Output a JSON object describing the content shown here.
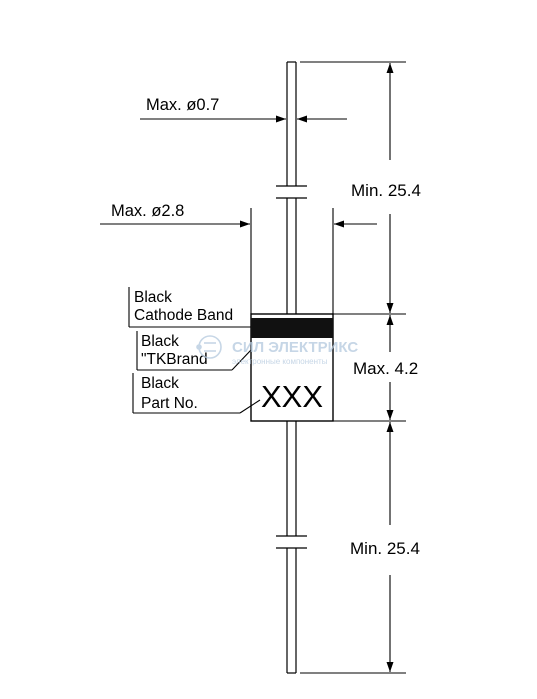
{
  "diagram": {
    "lead_diameter_label": "Max. ø0.7",
    "body_diameter_label": "Max. ø2.8",
    "top_lead_length_label": "Min. 25.4",
    "body_length_label": "Max. 4.2",
    "bottom_lead_length_label": "Min. 25.4",
    "callouts": {
      "cathode_band": {
        "line1": "Black",
        "line2": "Cathode Band"
      },
      "brand": {
        "line1": "Black",
        "line2": "\"TKBrand"
      },
      "part_no": {
        "line1": "Black",
        "line2": "Part No."
      }
    },
    "marking_text": "XXX",
    "watermark": {
      "name": "СИЛ ЭЛЕКТРИКС",
      "tagline": "электронные компоненты"
    },
    "colors": {
      "ink": "#000000",
      "band": "#111111",
      "watermark": "#b4c9de"
    }
  }
}
